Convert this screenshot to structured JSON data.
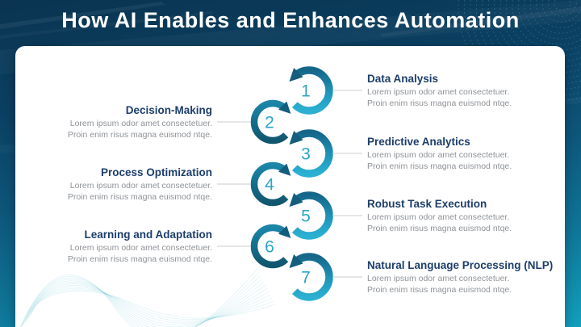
{
  "title": "How AI Enables and Enhances Automation",
  "items": [
    {
      "number": "1",
      "side": "right",
      "title": "Data Analysis",
      "desc_line1": "Lorem ipsum odor amet consectetuer.",
      "desc_line2": "Proin enim risus magna euismod ntqe."
    },
    {
      "number": "2",
      "side": "left",
      "title": "Decision-Making",
      "desc_line1": "Lorem ipsum odor amet consectetuer.",
      "desc_line2": "Proin enim risus magna euismod ntqe."
    },
    {
      "number": "3",
      "side": "right",
      "title": "Predictive Analytics",
      "desc_line1": "Lorem ipsum odor amet consectetuer.",
      "desc_line2": "Proin enim risus magna euismod ntqe."
    },
    {
      "number": "4",
      "side": "left",
      "title": "Process Optimization",
      "desc_line1": "Lorem ipsum odor amet consectetuer.",
      "desc_line2": "Proin enim risus magna euismod ntqe."
    },
    {
      "number": "5",
      "side": "right",
      "title": "Robust Task Execution",
      "desc_line1": "Lorem ipsum odor amet consectetuer.",
      "desc_line2": "Proin enim risus magna euismod ntqe."
    },
    {
      "number": "6",
      "side": "left",
      "title": "Learning and Adaptation",
      "desc_line1": "Lorem ipsum odor amet consectetuer.",
      "desc_line2": "Proin enim risus magna euismod ntqe."
    },
    {
      "number": "7",
      "side": "right",
      "title": "Natural Language Processing (NLP)",
      "desc_line1": "Lorem ipsum odor amet consectetuer.",
      "desc_line2": "Proin enim risus magna euismod ntqe."
    }
  ],
  "colors": {
    "background_top": "#0a3450",
    "background_bottom": "#12a0bd",
    "odd_arc_light": "#2bb0d2",
    "odd_arc_dark": "#15678a",
    "even_arc_light": "#1b86a8",
    "even_arc_dark": "#11566f",
    "arrowhead": "#135d7d",
    "number": "#2aa5c6",
    "heading": "#1d3e6b",
    "body_text": "#8f9398",
    "connector": "#c9cdd1",
    "title_text": "#ffffff",
    "card": "#ffffff"
  }
}
